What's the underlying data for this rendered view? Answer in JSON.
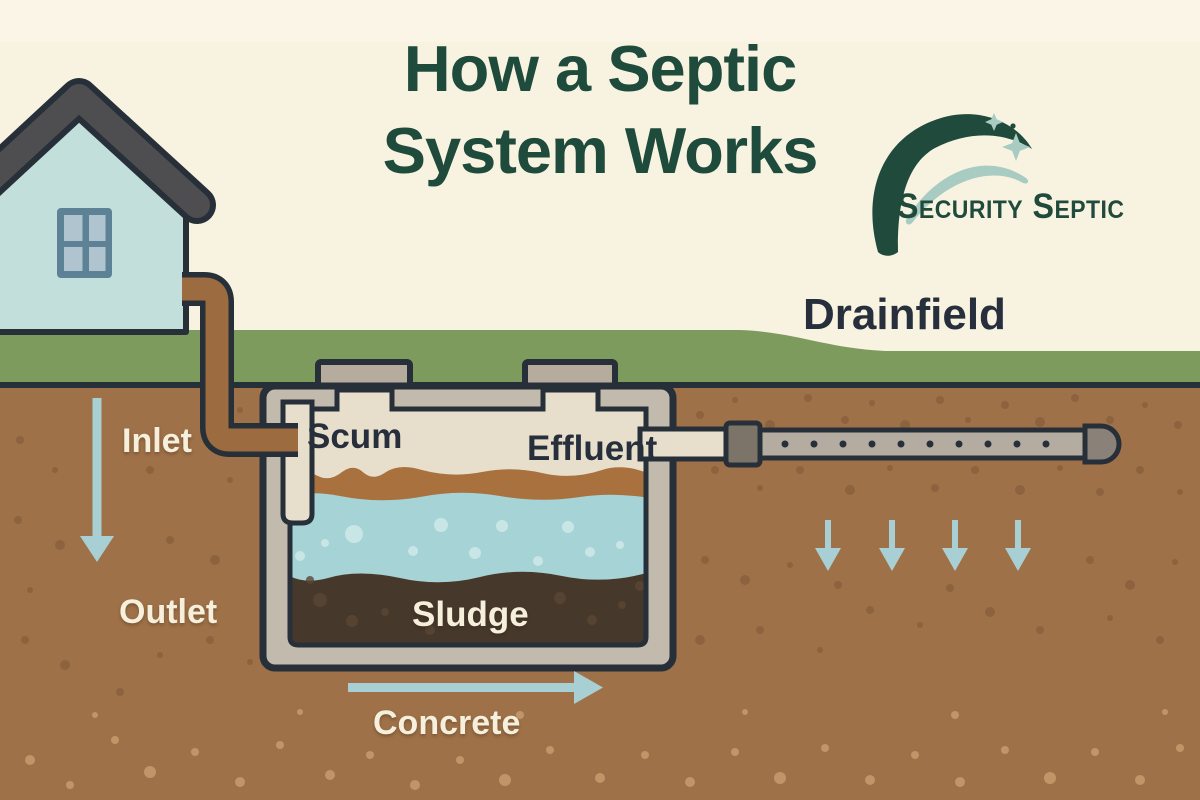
{
  "title": {
    "line1": "How a Septic",
    "line2": "System Works"
  },
  "logo": {
    "name": "Security Septic"
  },
  "diagram_labels": {
    "drainfield": "Drainfield",
    "inlet": "Inlet",
    "outlet": "Outlet",
    "scum": "Scum",
    "effluent": "Effluent",
    "sludge": "Sludge",
    "concrete": "Concrete"
  },
  "colors": {
    "background": "#F8F2E1",
    "background_top": "#FBF6EA",
    "title_green": "#1E4B3B",
    "label_dark": "#262F3B",
    "label_cream": "#F6EFDC",
    "outline": "#272F38",
    "grass": "#7E9B5E",
    "soil": "#9F7148",
    "soil_dot_dark": "#7D5838",
    "soil_dot_light": "#C39A6B",
    "house_wall": "#C3DFDB",
    "roof": "#4E4E50",
    "window_frame": "#5E8295",
    "window_pane": "#AFC4CE",
    "pipe_brown": "#9C6B3F",
    "tank_concrete": "#C2BAAC",
    "riser_concrete": "#B6AC9E",
    "tank_interior": "#E7DFCB",
    "scum_brown": "#A9713E",
    "effluent_blue": "#A5D3D6",
    "bubble_blue": "#C9E6E6",
    "sludge_brown": "#46382B",
    "drain_pipe_gray": "#B4ACA0",
    "coupling_gray": "#7C7468",
    "end_cap_gray": "#8A8178",
    "arrow_blue": "#A8D0D4",
    "logo_green": "#1F4A3C",
    "logo_teal": "#A8CCC2"
  }
}
